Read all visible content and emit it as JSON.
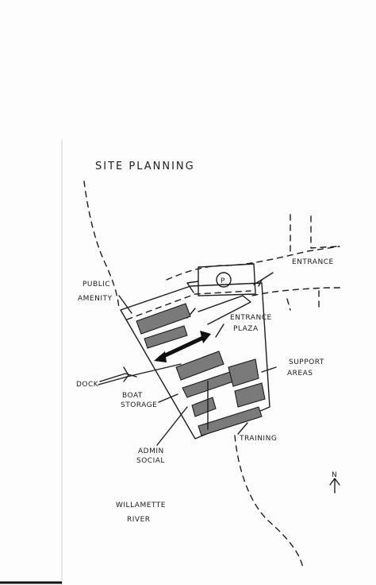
{
  "title": "SITE PLANNING",
  "labels": {
    "entrance": "ENTRANCE",
    "parking": "P",
    "public_1": "PUBLIC",
    "public_2": "AMENITY",
    "entrance_plaza_1": "ENTRANCE",
    "entrance_plaza_2": "PLAZA",
    "support_1": "SUPPORT",
    "support_2": "AREAS",
    "dock": "DOCK",
    "boat_1": "BOAT",
    "boat_2": "STORAGE",
    "training": "TRAINING",
    "admin_1": "ADMIN",
    "admin_2": "SOCIAL",
    "north": "N",
    "river_1": "WILLAMETTE",
    "river_2": "RIVER"
  }
}
